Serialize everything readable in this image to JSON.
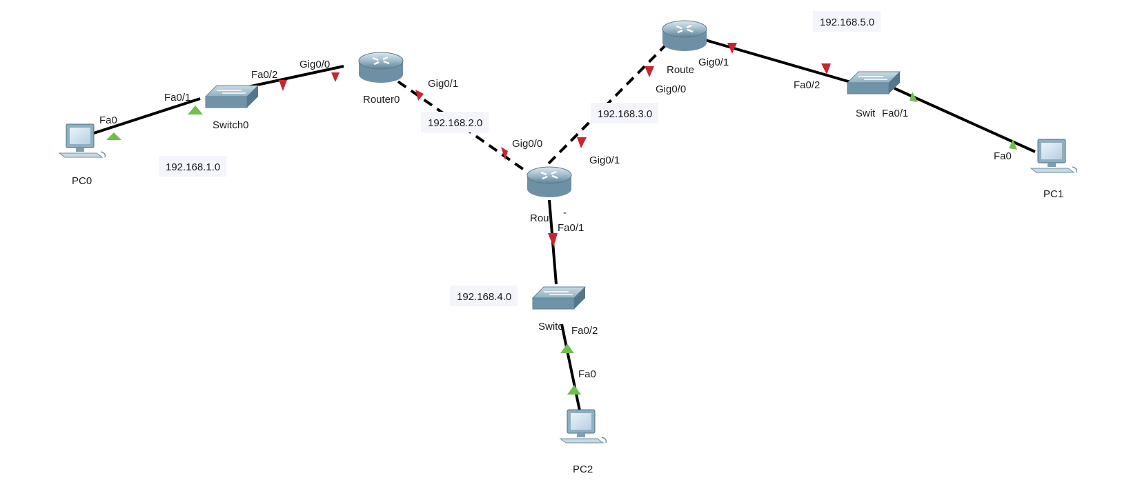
{
  "devices": {
    "pc0": {
      "name": "PC0"
    },
    "pc1": {
      "name": "PC1"
    },
    "pc2": {
      "name": "PC2"
    },
    "switch0": {
      "name": "Switch0"
    },
    "switch1": {
      "name": "Swit"
    },
    "switch2": {
      "name": "Switc"
    },
    "router0": {
      "name": "Router0"
    },
    "router1": {
      "name": "Rout"
    },
    "router2": {
      "name": "Route"
    }
  },
  "networks": {
    "net1": "192.168.1.0",
    "net2": "192.168.2.0",
    "net3": "192.168.3.0",
    "net4": "192.168.4.0",
    "net5": "192.168.5.0"
  },
  "ports": {
    "pc0_fa0": "Fa0",
    "sw0_fa01": "Fa0/1",
    "sw0_fa02": "Fa0/2",
    "r0_gig00": "Gig0/0",
    "r0_gig01": "Gig0/1",
    "r1_gig00": "Gig0/0",
    "r1_gig01": "Gig0/1",
    "r1_fa01": "Fa0/1",
    "r1_dash": "-",
    "r2_gig00": "Gig0/0",
    "r2_gig01": "Gig0/1",
    "sw1_fa02": "Fa0/2",
    "sw1_fa01": "Fa0/1",
    "pc1_fa0": "Fa0",
    "sw2_fa02": "Fa0/2",
    "pc2_fa0": "Fa0"
  },
  "colors": {
    "link": "#000000",
    "link_up": "#6fbf4b",
    "link_down": "#c8252c",
    "device_body": "#7ea4b8"
  }
}
